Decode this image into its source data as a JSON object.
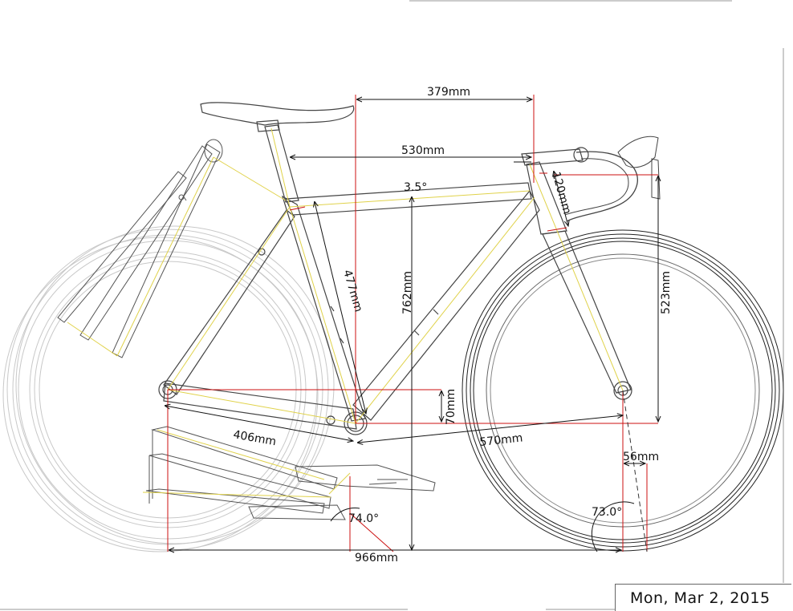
{
  "drawing": {
    "dimensions": {
      "reach": "379mm",
      "effective_top_tube": "530mm",
      "top_tube_slope": "3.5°",
      "head_tube": "120mm",
      "seat_tube": "477mm",
      "stack": "762mm",
      "front_center_height": "523mm",
      "bb_drop": "70mm",
      "chainstay": "406mm",
      "front_center": "570mm",
      "fork_offset": "56mm",
      "seat_angle": "74.0°",
      "head_angle": "73.0°",
      "wheelbase": "966mm"
    },
    "date": "Mon, Mar 2, 2015"
  },
  "colors": {
    "frame": "#444444",
    "centerline": "#e0d24a",
    "dimension_red": "#cc1111",
    "dimension_black": "#111111",
    "ghost_wheel": "#c8c8c8"
  }
}
